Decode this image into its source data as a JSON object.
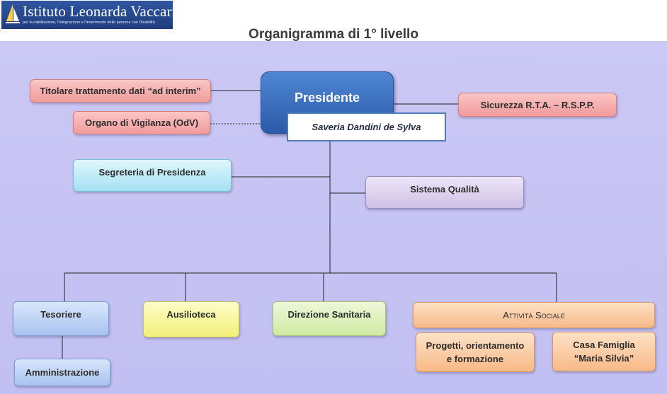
{
  "logo": {
    "name": "Istituto Leonarda Vaccari",
    "tagline": "per la riabilitazione, l'integrazione e l'inserimento delle persone con Disabilità"
  },
  "title": "Organigramma di 1° livello",
  "president": {
    "role": "Presidente",
    "name": "Saveria Dandini de Sylva"
  },
  "staff": {
    "titolare": "Titolare trattamento dati “ad interim”",
    "odv": "Organo di Vigilanza (OdV)",
    "sicurezza": "Sicurezza R.T.A. – R.S.P.P.",
    "segreteria": "Segreteria di Presidenza",
    "qualita": "Sistema Qualità"
  },
  "departments": {
    "tesoriere": "Tesoriere",
    "amministrazione": "Amministrazione",
    "ausilioteca": "Ausilioteca",
    "direzione_sanitaria": "Direzione Sanitaria",
    "attivita_sociale": "Attività Sociale",
    "progetti_line1": "Progetti, orientamento",
    "progetti_line2": "e formazione",
    "casa_line1": "Casa Famiglia",
    "casa_line2": "“Maria Silvia”"
  },
  "colors": {
    "president": "#2f63b3",
    "staff_red": "#f4a9a9",
    "segreteria": "#b7e7f5",
    "qualita": "#dcd2ee",
    "tesoriere": "#bcd2f3",
    "ausilioteca": "#f6f39a",
    "direzione": "#dcefb8",
    "sociale": "#fbc9a0",
    "background": "#c6c3f3"
  }
}
